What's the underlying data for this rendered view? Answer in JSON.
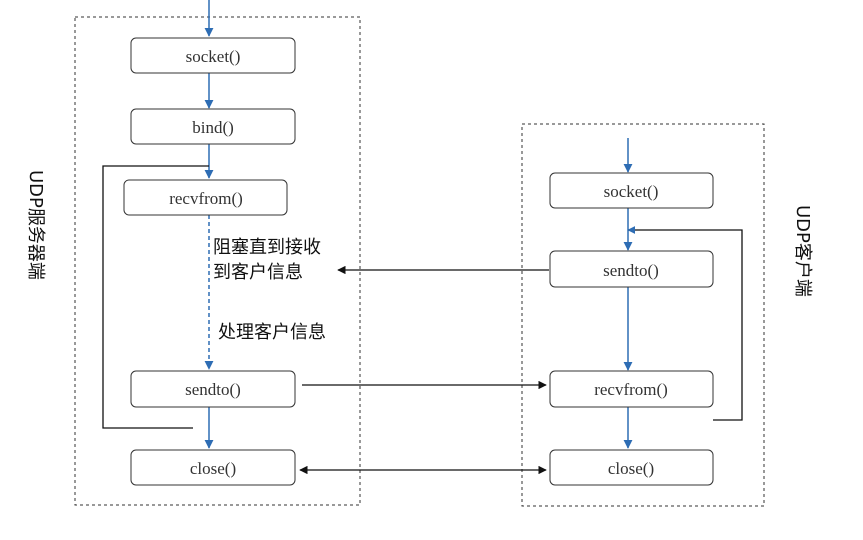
{
  "server": {
    "label": "UDP服务器端",
    "socket": "socket()",
    "bind": "bind()",
    "recvfrom": "recvfrom()",
    "sendto": "sendto()",
    "close": "close()",
    "note_block": [
      "阻塞直到接收",
      "到客户信息"
    ],
    "note_process": "处理客户信息"
  },
  "client": {
    "label": "UDP客户端",
    "socket": "socket()",
    "sendto": "sendto()",
    "recvfrom": "recvfrom()",
    "close": "close()"
  },
  "colors": {
    "flow_arrow": "#2e6db4",
    "message_arrow": "#111111",
    "box_border": "#333333"
  }
}
